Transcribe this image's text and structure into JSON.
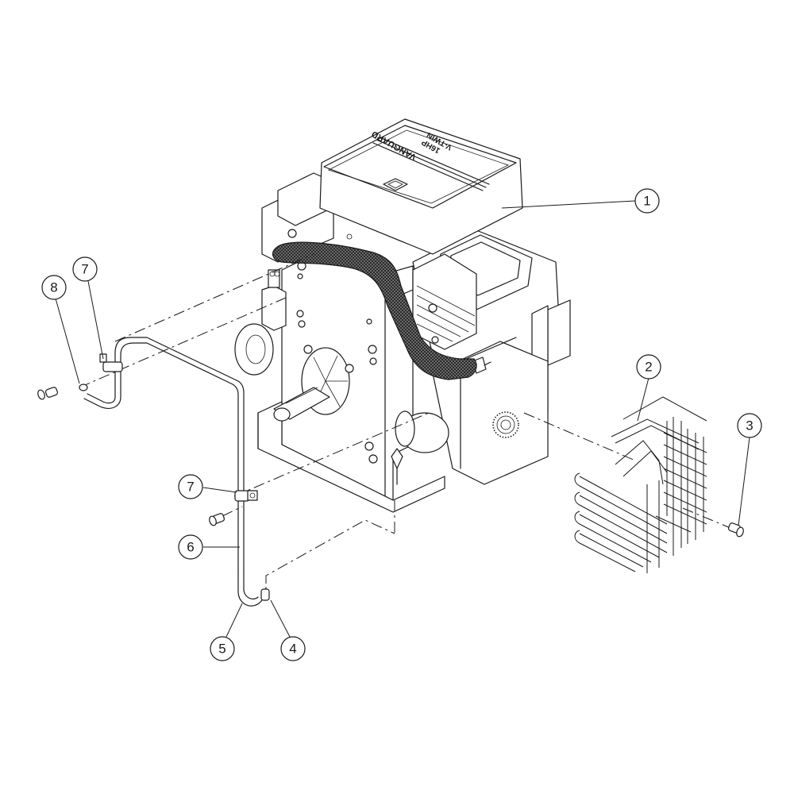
{
  "diagram": {
    "type": "exploded parts view",
    "subject": "engine assembly",
    "engine_label": {
      "brand": "VANGUARD",
      "power": "16HP",
      "model": "V-TWIN"
    },
    "callouts": [
      {
        "number": "1",
        "part": "engine"
      },
      {
        "number": "2",
        "part": "wire guard / grille"
      },
      {
        "number": "3",
        "part": "screw"
      },
      {
        "number": "4",
        "part": "fitting"
      },
      {
        "number": "5",
        "part": "hose elbow"
      },
      {
        "number": "6",
        "part": "tube"
      },
      {
        "number": "7",
        "part": "clamp"
      },
      {
        "number": "7",
        "part": "clamp"
      },
      {
        "number": "8",
        "part": "screw"
      }
    ]
  },
  "colors": {
    "background": "#ffffff",
    "line": "#1a1a1a"
  }
}
